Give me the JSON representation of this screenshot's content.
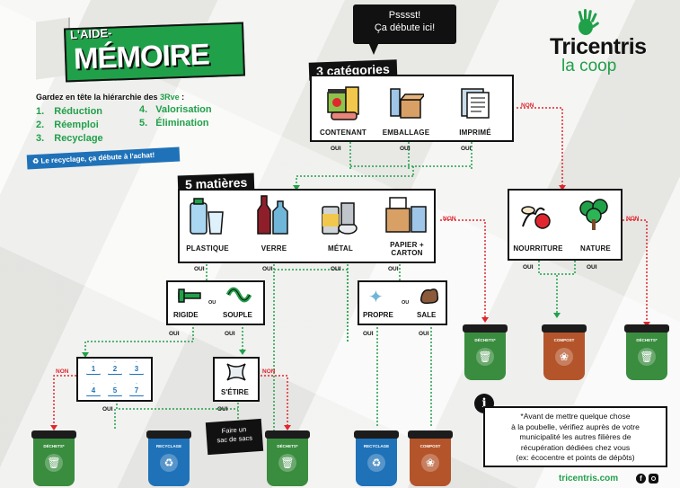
{
  "header": {
    "aide": "L'AIDE-",
    "memoire": "MÉMOIRE",
    "intro": "Gardez en tête la hiérarchie des",
    "intro_highlight": "3Rve",
    "intro_colon": ":",
    "list": [
      {
        "num": "1.",
        "label": "Réduction"
      },
      {
        "num": "2.",
        "label": "Réemploi"
      },
      {
        "num": "3.",
        "label": "Recyclage"
      },
      {
        "num": "4.",
        "label": "Valorisation"
      },
      {
        "num": "5.",
        "label": "Élimination"
      }
    ],
    "banner": "Le recyclage, ça débute à l'achat!",
    "bubble_line1": "Psssst!",
    "bubble_line2": "Ça débute ici!"
  },
  "brand": {
    "name": "Tricentris",
    "sub": "la coop",
    "website": "tricentris.com",
    "color": "#21a04a"
  },
  "categories": {
    "title": "3 catégories",
    "items": [
      "CONTENANT",
      "EMBALLAGE",
      "IMPRIMÉ"
    ]
  },
  "materials": {
    "title": "5 matières",
    "items": [
      "PLASTIQUE",
      "VERRE",
      "MÉTAL"
    ],
    "paper_line1": "PAPIER +",
    "paper_line2": "CARTON"
  },
  "organic": {
    "items": [
      "NOURRITURE",
      "NATURE"
    ]
  },
  "rigidity": {
    "rigide": "RIGIDE",
    "ou": "OU",
    "souple": "SOUPLE"
  },
  "cleanliness": {
    "propre": "PROPRE",
    "ou": "OU",
    "sale": "SALE"
  },
  "codes": [
    "1",
    "2",
    "3",
    "4",
    "5",
    "7"
  ],
  "stretch": {
    "label": "S'ÉTIRE"
  },
  "bag_note": {
    "line1": "Faire un",
    "line2": "sac de sacs"
  },
  "flow": {
    "yes": "OUI",
    "no": "NON"
  },
  "bins": {
    "dechets": "DÉCHETS*",
    "recyclage": "RECYCLAGE",
    "compost": "COMPOST",
    "colors": {
      "dechets": "#3a8c3f",
      "recyclage": "#1f72b8",
      "compost": "#b4542a"
    }
  },
  "info": {
    "icon": "i",
    "text1": "*Avant de mettre quelque chose",
    "text2": "à la poubelle, vérifiez auprès de votre",
    "text3": "municipalité les autres filières de",
    "text4": "récupération dédiées chez vous",
    "text5": "(ex: écocentre et points de dépôts)"
  }
}
